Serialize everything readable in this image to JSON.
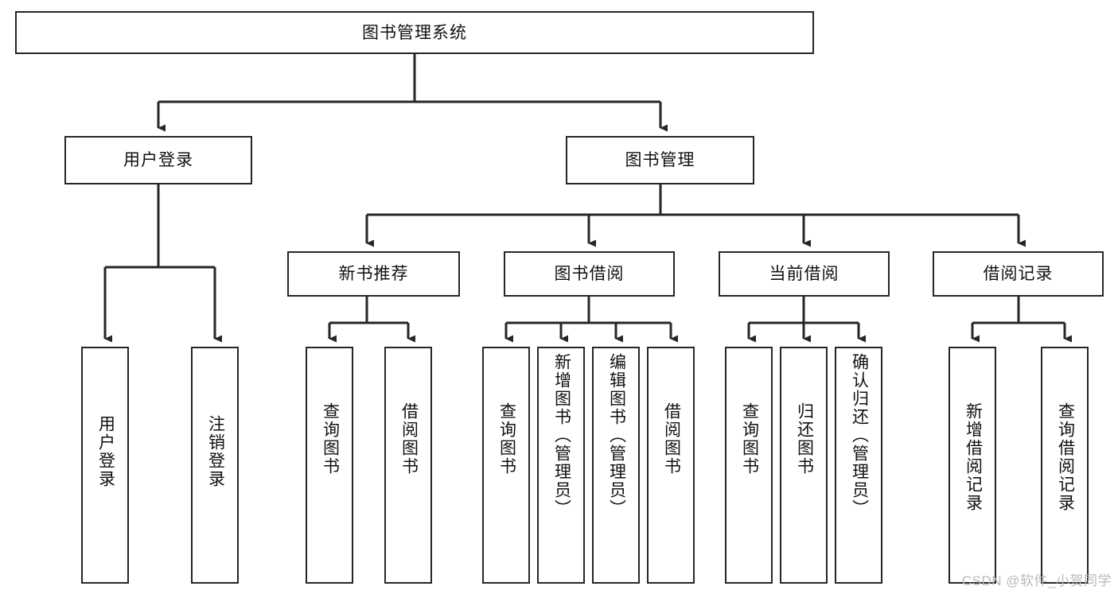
{
  "diagram": {
    "title": "图书管理系统",
    "type": "functional-structure-tree",
    "watermark": "CSDN @软件_小贺同学",
    "colors": {
      "stroke": "#262626",
      "box_fill": "#ffffff",
      "text": "#111111",
      "watermark": "#b9b9b9",
      "background": "#ffffff"
    },
    "root": {
      "label": "图书管理系统"
    },
    "level2": [
      {
        "label": "用户登录"
      },
      {
        "label": "图书管理"
      }
    ],
    "level3": [
      {
        "label": "新书推荐"
      },
      {
        "label": "图书借阅"
      },
      {
        "label": "当前借阅"
      },
      {
        "label": "借阅记录"
      }
    ],
    "leaves": {
      "user_login": [
        {
          "label": "用户登录"
        },
        {
          "label": "注销登录"
        }
      ],
      "new_book": [
        {
          "label": "查询图书"
        },
        {
          "label": "借阅图书"
        }
      ],
      "book_borrow": [
        {
          "label": "查询图书"
        },
        {
          "label": "新增图书（管理员）"
        },
        {
          "label": "编辑图书（管理员）"
        },
        {
          "label": "借阅图书"
        }
      ],
      "current_borrow": [
        {
          "label": "查询图书"
        },
        {
          "label": "归还图书"
        },
        {
          "label": "确认归还（管理员）"
        }
      ],
      "borrow_record": [
        {
          "label": "新增借阅记录"
        },
        {
          "label": "查询借阅记录"
        }
      ]
    }
  }
}
